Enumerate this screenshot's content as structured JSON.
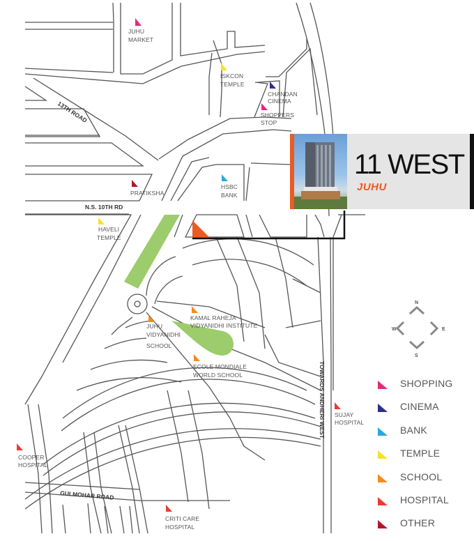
{
  "project": {
    "title": "11 WEST",
    "subtitle": "JUHU",
    "accent_color": "#ec5a23"
  },
  "roads": {
    "thirteenth_road": "13TH ROAD",
    "ns_10th_rd": "N.S. 10TH RD",
    "gulmohar_road": "GULMOHAR ROAD",
    "towards_andheri_west": "TOWARDS ANDHERI WEST"
  },
  "landmarks": [
    {
      "line1": "JUHU",
      "line2": "MARKET",
      "category": "shopping"
    },
    {
      "line1": "ISKCON",
      "line2": "TEMPLE",
      "category": "temple"
    },
    {
      "line1": "CHANDAN",
      "line2": "CINEMA",
      "category": "cinema"
    },
    {
      "line1": "SHOPPERS",
      "line2": "STOP",
      "category": "shopping"
    },
    {
      "line1": "PRATIKSHA",
      "line2": "",
      "category": "other"
    },
    {
      "line1": "HSBC",
      "line2": "BANK",
      "category": "bank"
    },
    {
      "line1": "HAVELI",
      "line2": "TEMPLE",
      "category": "temple"
    },
    {
      "line1": "KAMAL RAHEJA",
      "line2": "VIDYANIDHI INSTITUTE",
      "category": "school"
    },
    {
      "line1": "JUHU",
      "line2": "VIDYANIDHI",
      "line3": "SCHOOL",
      "category": "school"
    },
    {
      "line1": "ECOLE MONDIALE",
      "line2": "WORLD SCHOOL",
      "category": "school"
    },
    {
      "line1": "SUJAY",
      "line2": "HOSPITAL",
      "category": "hospital"
    },
    {
      "line1": "COOPER",
      "line2": "HOSPITAL",
      "category": "hospital"
    },
    {
      "line1": "CRITI CARE",
      "line2": "HOSPITAL",
      "category": "hospital"
    }
  ],
  "compass": {
    "n": "N",
    "s": "S",
    "e": "E",
    "w": "W"
  },
  "legend": [
    {
      "label": "SHOPPING",
      "color": "#e6287a"
    },
    {
      "label": "CINEMA",
      "color": "#2b3188"
    },
    {
      "label": "BANK",
      "color": "#29a9e0"
    },
    {
      "label": "TEMPLE",
      "color": "#f5e12a"
    },
    {
      "label": "SCHOOL",
      "color": "#f68b1f"
    },
    {
      "label": "HOSPITAL",
      "color": "#ec3b35"
    },
    {
      "label": "OTHER",
      "color": "#b3172d"
    }
  ],
  "colors": {
    "park": "#9ccc6b",
    "road_line": "#555555",
    "site_marker": "#ec5a23"
  }
}
